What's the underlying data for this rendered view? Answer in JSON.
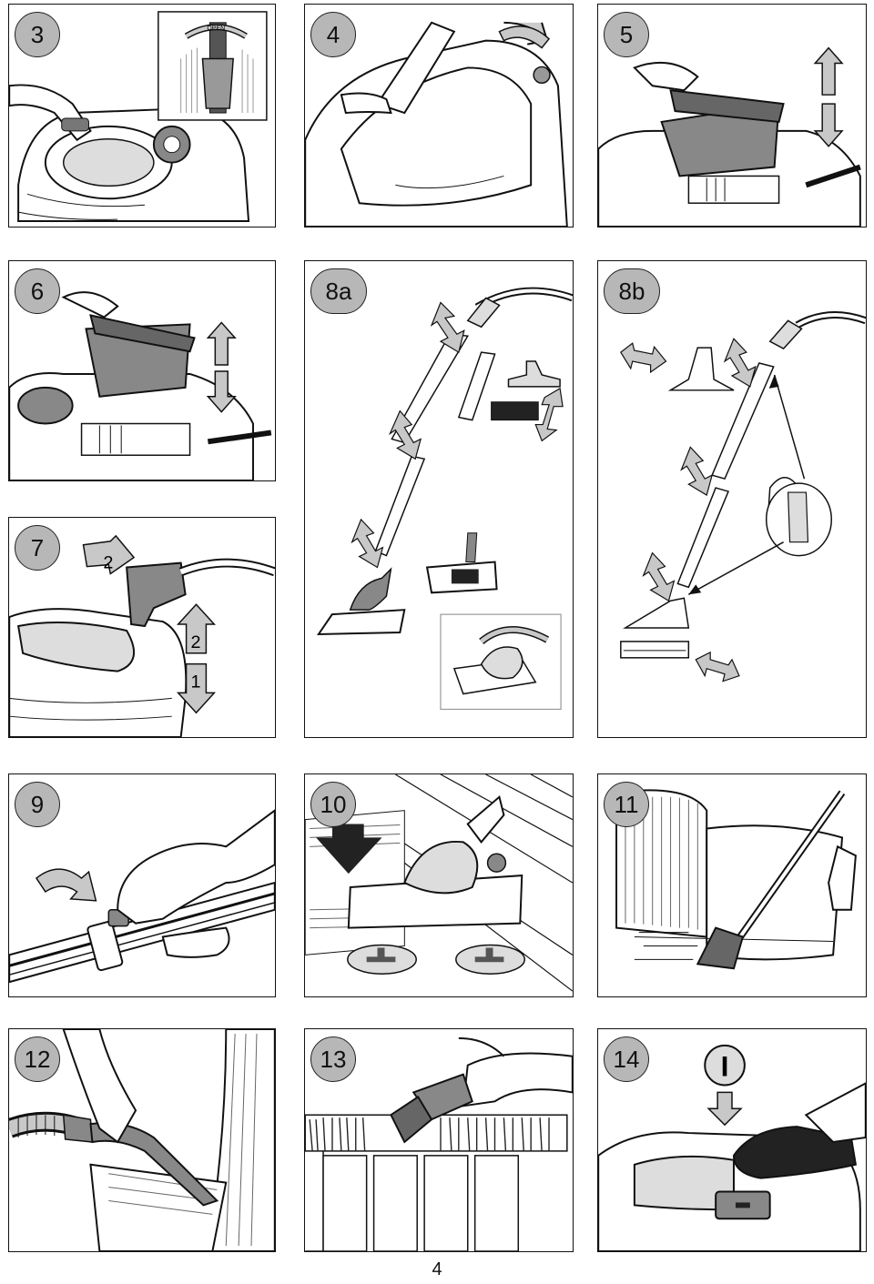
{
  "panels": {
    "p3": {
      "label": "3",
      "sub": "OPEN"
    },
    "p4": {
      "label": "4"
    },
    "p5": {
      "label": "5"
    },
    "p6": {
      "label": "6"
    },
    "p7": {
      "label": "7",
      "arrow_a": "2",
      "arrow_up": "2",
      "arrow_down": "1"
    },
    "p8a": {
      "label": "8a"
    },
    "p8b": {
      "label": "8b"
    },
    "p9": {
      "label": "9"
    },
    "p10": {
      "label": "10"
    },
    "p11": {
      "label": "11"
    },
    "p12": {
      "label": "12"
    },
    "p13": {
      "label": "13"
    },
    "p14": {
      "label": "14",
      "switch": "I"
    }
  },
  "page_number": "4",
  "colors": {
    "line": "#111111",
    "badge": "#b7b7b7",
    "arrow_fill": "#c8c8c8"
  }
}
